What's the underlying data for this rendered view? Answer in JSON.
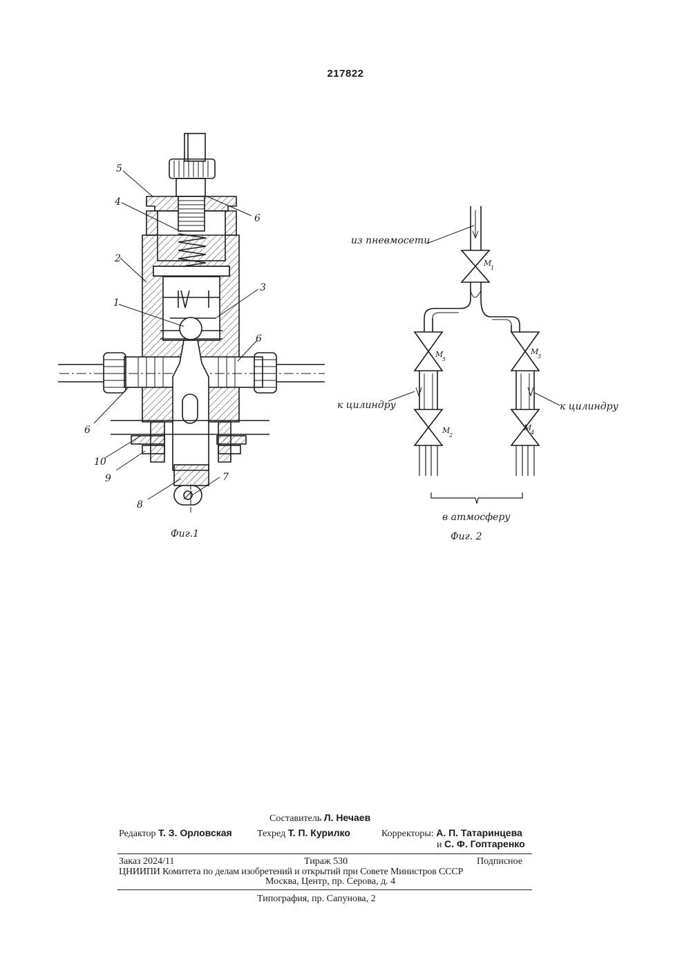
{
  "patent_number": "217822",
  "fig1": {
    "caption": "Фиг.1",
    "labels": [
      "5",
      "4",
      "2",
      "1",
      "3",
      "6",
      "6",
      "6",
      "10",
      "9",
      "8",
      "7"
    ]
  },
  "fig2": {
    "caption": "Фиг. 2",
    "inlet": "из пневмосети",
    "to_cylinder_left": "к цилиндру",
    "to_cylinder_right": "к цилиндру",
    "exhaust": "в атмосферу",
    "valves": [
      "M",
      "1",
      "M",
      "5",
      "M",
      "3",
      "M",
      "2",
      "M",
      "4"
    ]
  },
  "imprint": {
    "compiler_label": "Составитель",
    "compiler_name": "Л. Нечаев",
    "editor_label": "Редактор",
    "editor_name": "Т. З. Орловская",
    "techred_label": "Техред",
    "techred_name": "Т. П. Курилко",
    "correctors_label": "Корректоры:",
    "corrector_1": "А. П. Татаринцева",
    "corrector_2_prefix": "и",
    "corrector_2": "С. Ф. Гоптаренко",
    "order": "Заказ 2024/11",
    "circulation": "Тираж 530",
    "subscription": "Подписное",
    "org_line": "ЦНИИПИ Комитета по делам изобретений и открытий при Совете Министров СССР",
    "address": "Москва, Центр, пр. Серова, д. 4",
    "printer": "Типография, пр. Сапунова, 2"
  }
}
